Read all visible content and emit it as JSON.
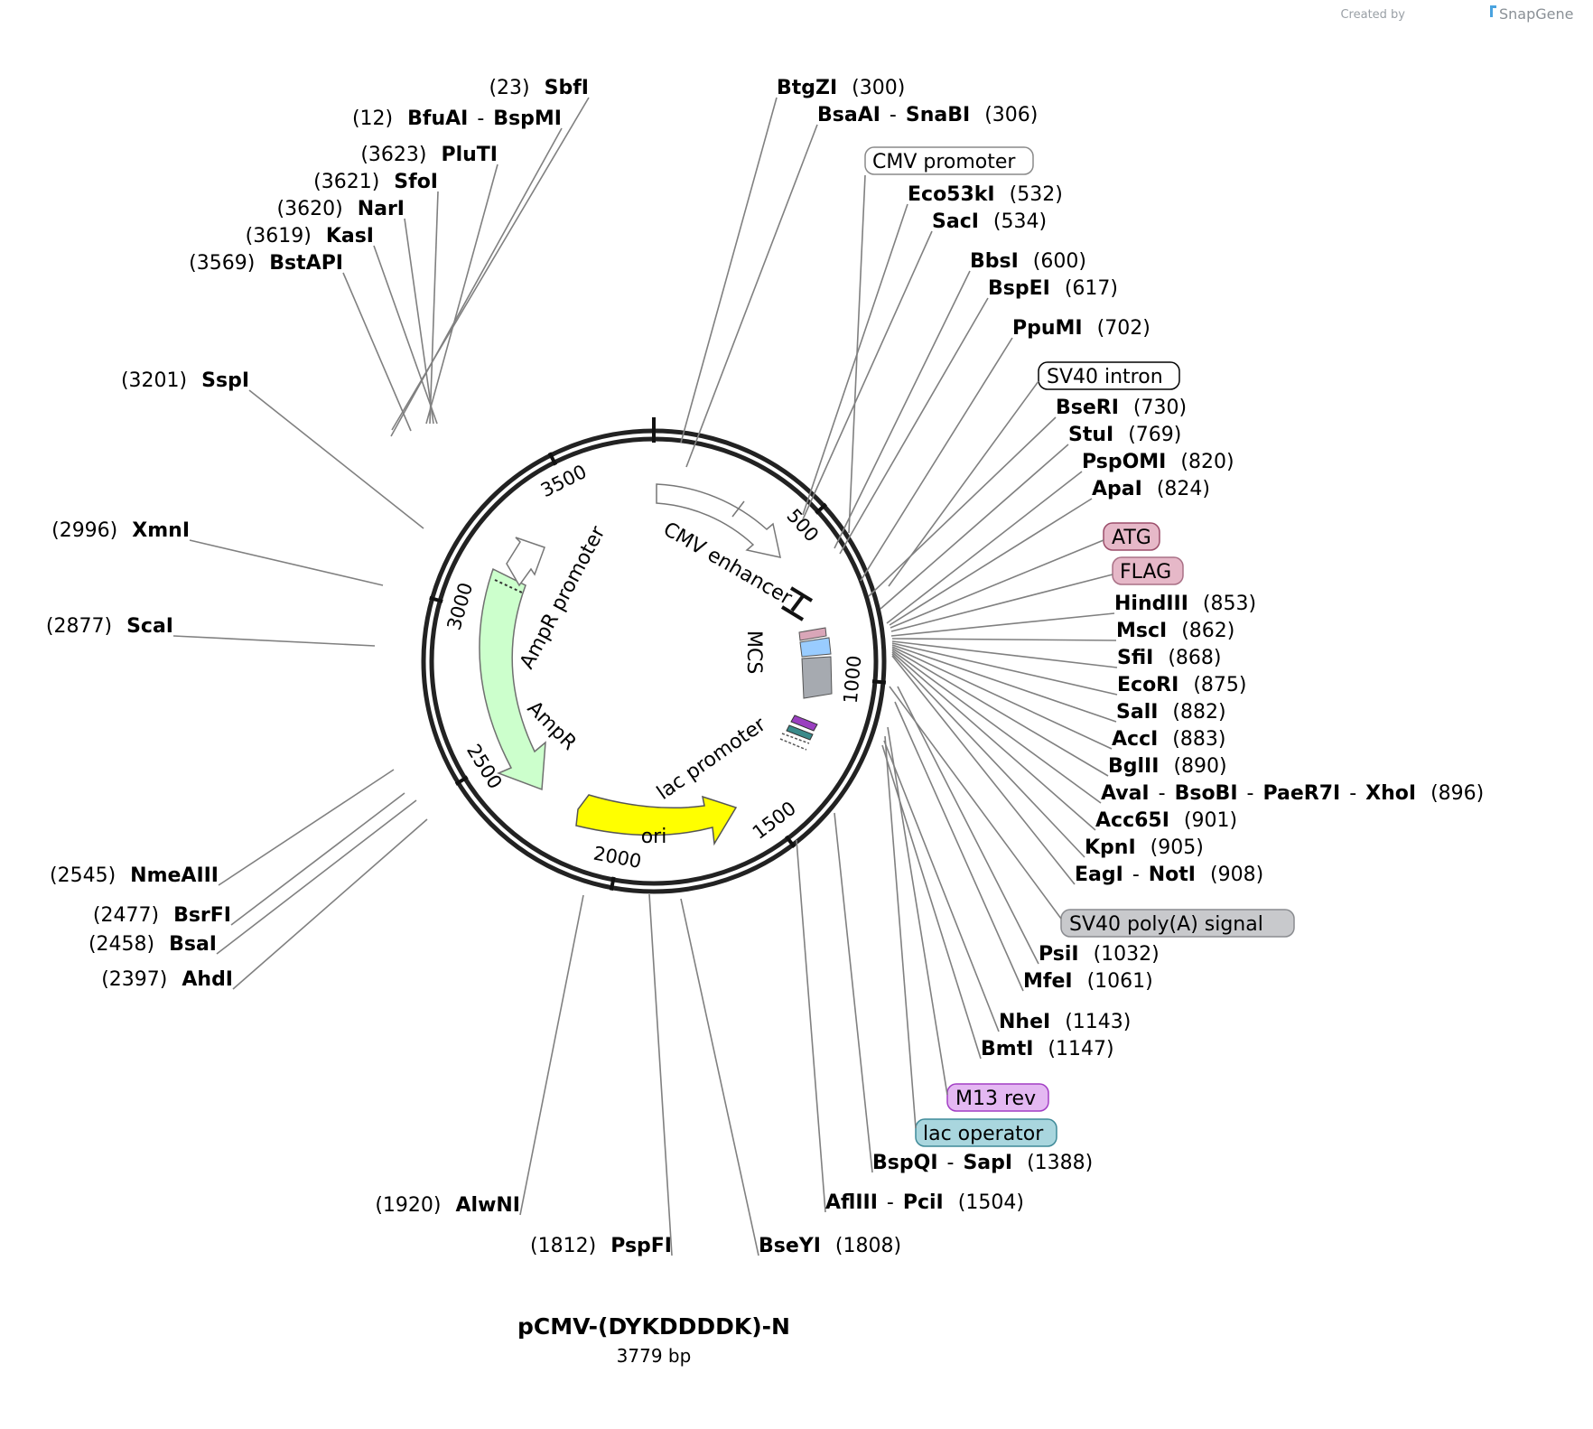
{
  "header": {
    "created_by": "Created by",
    "brand": "SnapGene"
  },
  "plasmid": {
    "name": "pCMV-(DYKDDDDK)-N",
    "length_label": "3779 bp",
    "length": 3779
  },
  "ticks": [
    500,
    1000,
    1500,
    2000,
    2500,
    3000,
    3500
  ],
  "tick_labels": [
    "500",
    "1000",
    "1500",
    "2000",
    "2500",
    "3000",
    "3500"
  ],
  "site_labels": [
    {
      "pos": "(23)",
      "names": [
        "SbfI"
      ],
      "side": "left"
    },
    {
      "pos": "(12)",
      "names": [
        "BfuAI",
        "BspMI"
      ],
      "side": "left"
    },
    {
      "pos": "(3623)",
      "names": [
        "PluTI"
      ],
      "side": "left"
    },
    {
      "pos": "(3621)",
      "names": [
        "SfoI"
      ],
      "side": "left"
    },
    {
      "pos": "(3620)",
      "names": [
        "NarI"
      ],
      "side": "left"
    },
    {
      "pos": "(3619)",
      "names": [
        "KasI"
      ],
      "side": "left"
    },
    {
      "pos": "(3569)",
      "names": [
        "BstAPI"
      ],
      "side": "left"
    },
    {
      "pos": "(3201)",
      "names": [
        "SspI"
      ],
      "side": "left"
    },
    {
      "pos": "(2996)",
      "names": [
        "XmnI"
      ],
      "side": "left"
    },
    {
      "pos": "(2877)",
      "names": [
        "ScaI"
      ],
      "side": "left"
    },
    {
      "pos": "(2545)",
      "names": [
        "NmeAIII"
      ],
      "side": "left"
    },
    {
      "pos": "(2477)",
      "names": [
        "BsrFI"
      ],
      "side": "left"
    },
    {
      "pos": "(2458)",
      "names": [
        "BsaI"
      ],
      "side": "left"
    },
    {
      "pos": "(2397)",
      "names": [
        "AhdI"
      ],
      "side": "left"
    },
    {
      "pos": "(1920)",
      "names": [
        "AlwNI"
      ],
      "side": "left"
    },
    {
      "pos": "(1812)",
      "names": [
        "PspFI"
      ],
      "side": "left"
    },
    {
      "pos": "(300)",
      "names": [
        "BtgZI"
      ],
      "side": "right"
    },
    {
      "pos": "(306)",
      "names": [
        "BsaAI",
        "SnaBI"
      ],
      "side": "right"
    },
    {
      "pos": "(532)",
      "names": [
        "Eco53kI"
      ],
      "side": "right"
    },
    {
      "pos": "(534)",
      "names": [
        "SacI"
      ],
      "side": "right"
    },
    {
      "pos": "(600)",
      "names": [
        "BbsI"
      ],
      "side": "right"
    },
    {
      "pos": "(617)",
      "names": [
        "BspEI"
      ],
      "side": "right"
    },
    {
      "pos": "(702)",
      "names": [
        "PpuMI"
      ],
      "side": "right"
    },
    {
      "pos": "(730)",
      "names": [
        "BseRI"
      ],
      "side": "right"
    },
    {
      "pos": "(769)",
      "names": [
        "StuI"
      ],
      "side": "right"
    },
    {
      "pos": "(820)",
      "names": [
        "PspOMI"
      ],
      "side": "right"
    },
    {
      "pos": "(824)",
      "names": [
        "ApaI"
      ],
      "side": "right"
    },
    {
      "pos": "(853)",
      "names": [
        "HindIII"
      ],
      "side": "right"
    },
    {
      "pos": "(862)",
      "names": [
        "MscI"
      ],
      "side": "right"
    },
    {
      "pos": "(868)",
      "names": [
        "SfiI"
      ],
      "side": "right"
    },
    {
      "pos": "(875)",
      "names": [
        "EcoRI"
      ],
      "side": "right"
    },
    {
      "pos": "(882)",
      "names": [
        "SalI"
      ],
      "side": "right"
    },
    {
      "pos": "(883)",
      "names": [
        "AccI"
      ],
      "side": "right"
    },
    {
      "pos": "(890)",
      "names": [
        "BglII"
      ],
      "side": "right"
    },
    {
      "pos": "(896)",
      "names": [
        "AvaI",
        "BsoBI",
        "PaeR7I",
        "XhoI"
      ],
      "side": "right"
    },
    {
      "pos": "(901)",
      "names": [
        "Acc65I"
      ],
      "side": "right"
    },
    {
      "pos": "(905)",
      "names": [
        "KpnI"
      ],
      "side": "right"
    },
    {
      "pos": "(908)",
      "names": [
        "EagI",
        "NotI"
      ],
      "side": "right"
    },
    {
      "pos": "(1032)",
      "names": [
        "PsiI"
      ],
      "side": "right"
    },
    {
      "pos": "(1061)",
      "names": [
        "MfeI"
      ],
      "side": "right"
    },
    {
      "pos": "(1143)",
      "names": [
        "NheI"
      ],
      "side": "right"
    },
    {
      "pos": "(1147)",
      "names": [
        "BmtI"
      ],
      "side": "right"
    },
    {
      "pos": "(1388)",
      "names": [
        "BspQI",
        "SapI"
      ],
      "side": "right"
    },
    {
      "pos": "(1504)",
      "names": [
        "AflIII",
        "PciI"
      ],
      "side": "right"
    },
    {
      "pos": "(1808)",
      "names": [
        "BseYI"
      ],
      "side": "right"
    }
  ],
  "feature_boxes": [
    {
      "text": "CMV promoter",
      "fill": "#ffffff",
      "stroke": "#8a8a8a"
    },
    {
      "text": "SV40 intron",
      "fill": "#ffffff",
      "stroke": "#000000"
    },
    {
      "text": "ATG",
      "fill": "#e6b8c8",
      "stroke": "#9b4d6a"
    },
    {
      "text": "FLAG",
      "fill": "#e6b8c8",
      "stroke": "#a97086"
    },
    {
      "text": "SV40 poly(A) signal",
      "fill": "#c8c9cc",
      "stroke": "#8a8c90"
    },
    {
      "text": "M13 rev",
      "fill": "#e4b8f2",
      "stroke": "#a23ec4"
    },
    {
      "text": "lac operator",
      "fill": "#a9d6de",
      "stroke": "#3f8a98"
    }
  ],
  "map_features": {
    "cmv_enhancer": "CMV enhancer",
    "mcs": "MCS",
    "lac_promoter": "lac promoter",
    "ori": "ori",
    "ampr": "AmpR",
    "ampr_promoter": "AmpR promoter"
  },
  "colors": {
    "ori": "#ffff00",
    "ampr": "#ccffcc",
    "mcs_blue": "#99ccff",
    "polyA_grey": "#a6aab0",
    "atg_pink": "#d9a6b8",
    "m13_purple": "#9a3fc0",
    "lac_teal": "#3a8a8a"
  }
}
